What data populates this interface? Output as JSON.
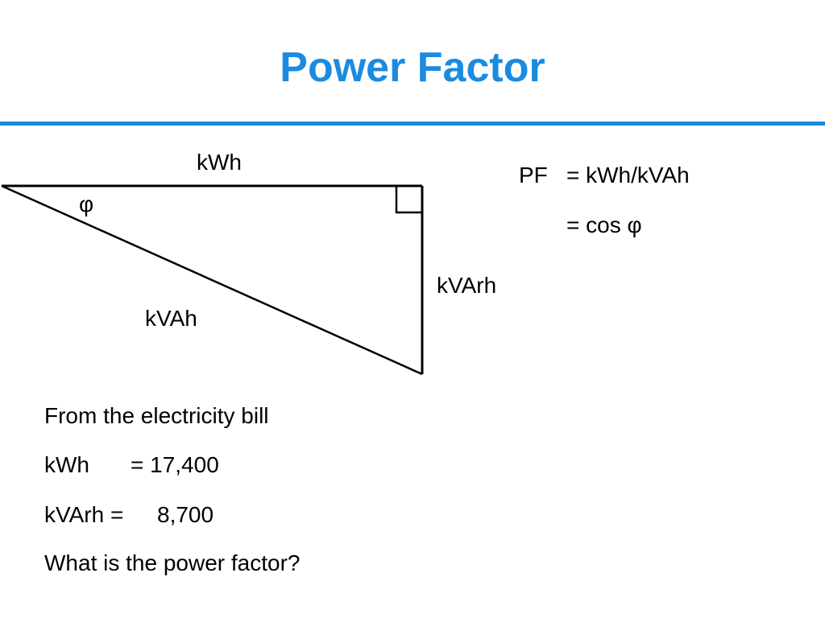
{
  "slide": {
    "title": "Power Factor",
    "accent_color": "#1a8be0"
  },
  "triangle": {
    "adjacent_label": "kWh",
    "angle_label": "φ",
    "hypotenuse_label": "kVAh",
    "opposite_label": "kVArh"
  },
  "formula": {
    "lhs": "PF",
    "line1": "= kWh/kVAh",
    "line2": "= cos φ"
  },
  "problem": {
    "intro": "From the electricity bill",
    "kwh_label": "kWh",
    "kwh_value": "= 17,400",
    "kvarh_label": "kVArh =",
    "kvarh_value": "8,700",
    "question": "What is the power factor?"
  }
}
